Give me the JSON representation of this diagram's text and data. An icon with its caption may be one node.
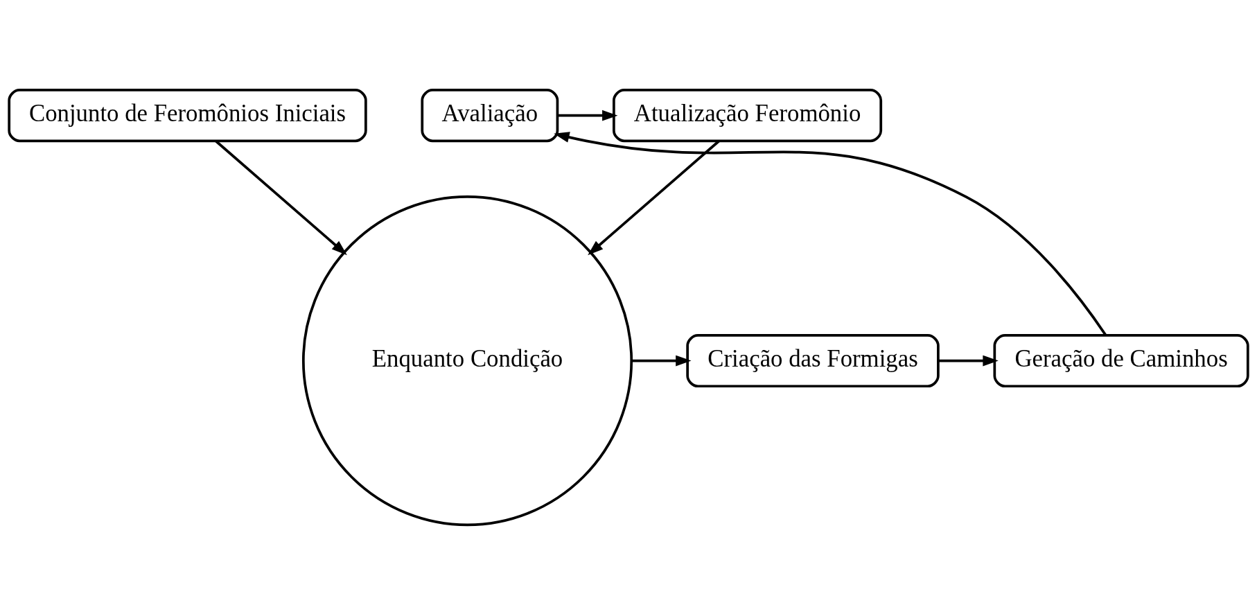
{
  "diagram": {
    "nodes": [
      {
        "text": [
          "Conjunto de Feromônios Iniciais"
        ]
      },
      {
        "text": [
          "Atualização Feromônio"
        ]
      },
      {
        "text": [
          "Avaliação"
        ]
      },
      {
        "text": [
          "Enquanto Condição"
        ]
      },
      {
        "text": [
          "Criação das Formigas"
        ]
      },
      {
        "text": [
          "Geração de Caminhos"
        ]
      }
    ],
    "edges": [
      {
        "from": 0,
        "to": 3,
        "arrow": "to"
      },
      {
        "from": 1,
        "to": 3,
        "arrow": "to"
      },
      {
        "from": 2,
        "to": 1,
        "arrow": "to"
      },
      {
        "from": 3,
        "to": 4,
        "arrow": "to"
      },
      {
        "from": 4,
        "to": 5,
        "arrow": "to"
      },
      {
        "from": 5,
        "to": 2,
        "arrow": "to"
      }
    ]
  }
}
